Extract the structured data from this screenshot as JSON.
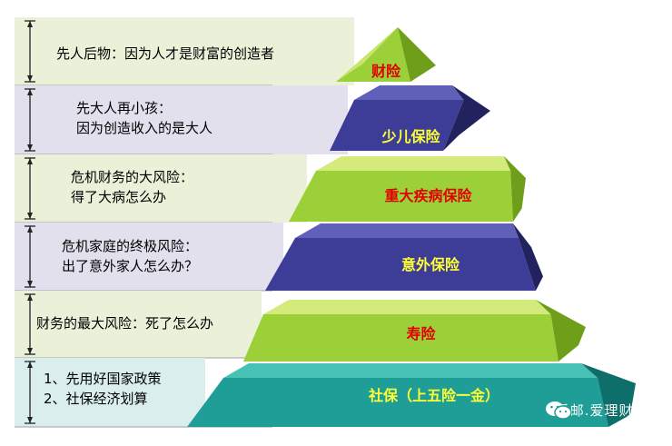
{
  "pyramid": {
    "levels": [
      {
        "tier": "财险",
        "tier_color": "#e00000",
        "lines": [
          "先人后物：因为人才是财富的创造者"
        ]
      },
      {
        "tier": "少儿保险",
        "tier_color": "#ffff33",
        "lines": [
          "先大人再小孩：",
          "因为创造收入的是大人"
        ]
      },
      {
        "tier": "重大疾病保险",
        "tier_color": "#e00000",
        "lines": [
          "危机财务的大风险：",
          "得了大病怎么办"
        ]
      },
      {
        "tier": "意外保险",
        "tier_color": "#ffff33",
        "lines": [
          "危机家庭的终极风险：",
          "出了意外家人怎么办？"
        ]
      },
      {
        "tier": "寿险",
        "tier_color": "#e00000",
        "lines": [
          "财务的最大风险：死了怎么办"
        ]
      },
      {
        "tier": "社保（上五险一金）",
        "tier_color": "#ffff33",
        "lines": [
          "1、先用好国家政策",
          "2、社保经济划算"
        ]
      }
    ]
  },
  "watermark": {
    "text": "爱邮.爱理财",
    "icon": "wechat-icon"
  },
  "colors": {
    "band_green": "#eaf1d8",
    "band_purple": "#e3e0ee",
    "band_teal": "#dbeeee",
    "green_top": "#d4ea7a",
    "green_front": "#9cd038",
    "green_side": "#6e9e1a",
    "purple_top": "#6060b8",
    "purple_front": "#3d3d98",
    "purple_side": "#22225e",
    "teal_top": "#47c0b6",
    "teal_front": "#1e9e96",
    "teal_side": "#0e6e6a",
    "red_text": "#e00000",
    "yellow_text": "#ffff33"
  }
}
